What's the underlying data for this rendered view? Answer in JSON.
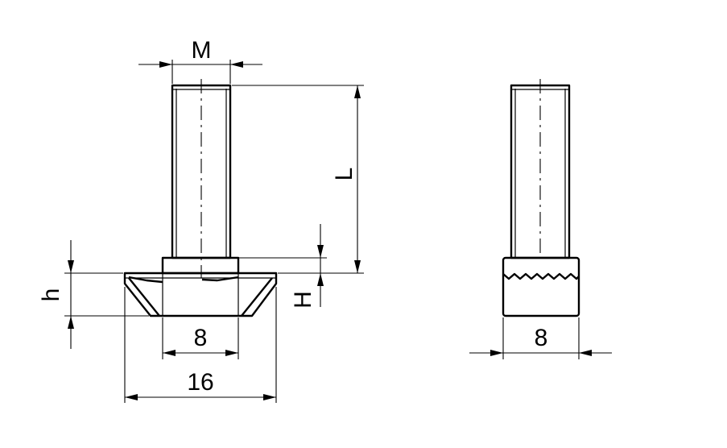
{
  "labels": {
    "thread_diameter": "M",
    "length": "L",
    "head_height": "H",
    "slot_height": "h",
    "neck_width": "8",
    "head_width": "16",
    "side_width": "8"
  }
}
